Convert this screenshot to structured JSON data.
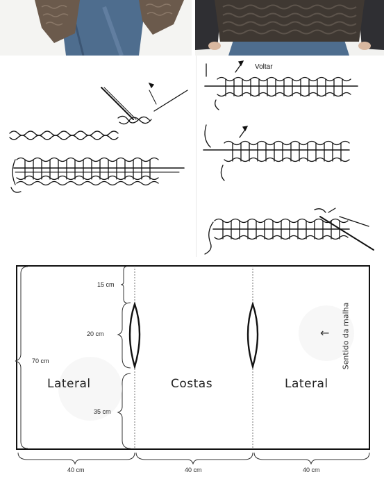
{
  "steps": {
    "turn_label": "Voltar"
  },
  "pattern": {
    "dimensions": {
      "top_gap": "15 cm",
      "armhole": "20 cm",
      "total_height": "70 cm",
      "bottom_gap": "35 cm",
      "width_left": "40 cm",
      "width_center": "40 cm",
      "width_right": "40 cm"
    },
    "panels": {
      "left": "Lateral",
      "center": "Costas",
      "right": "Lateral"
    },
    "direction_label": "Sentido da malha"
  },
  "colors": {
    "knit_brown": "#6b5a4c",
    "knit_dark": "#3b342f",
    "denim": "#4e6d8e",
    "line": "#111111"
  },
  "icons": {
    "direction_arrow": "arrow-left-icon",
    "armhole": "armhole-oval-icon"
  }
}
